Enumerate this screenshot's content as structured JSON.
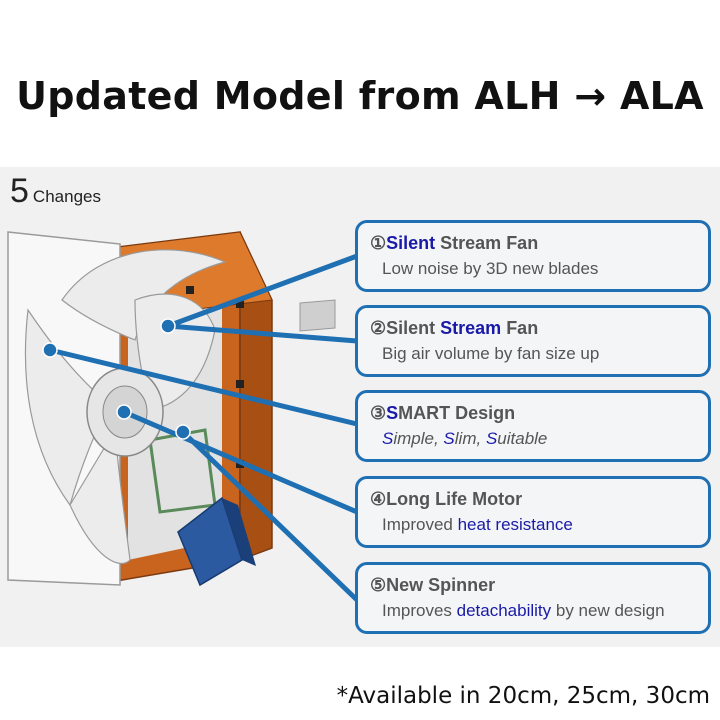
{
  "title": "Updated Model from ALH → ALA",
  "changes": {
    "number": "5",
    "word": "Changes"
  },
  "colors": {
    "callout_border": "#1f6fb3",
    "highlight": "#1a1aa8",
    "text_gray": "#555555",
    "frame_orange": "#d2691e",
    "motor_blue": "#2c5aa0"
  },
  "callouts": [
    {
      "title": {
        "prefix": "①",
        "hl": "Silent",
        "rest": " Stream Fan"
      },
      "desc": {
        "text": "Low noise by 3D new blades"
      }
    },
    {
      "title": {
        "prefix": "②Silent ",
        "hl": "Stream",
        "rest": " Fan"
      },
      "desc": {
        "text": "Big air volume by fan size up"
      }
    },
    {
      "title": {
        "prefix": "③",
        "hl": "S",
        "rest": "MART Design"
      },
      "desc": {
        "s1": "S",
        "r1": "imple, ",
        "s2": "S",
        "r2": "lim, ",
        "s3": "S",
        "r3": "uitable"
      }
    },
    {
      "title": {
        "prefix": "④Long Life Motor"
      },
      "desc": {
        "pre": "Improved ",
        "hl": "heat resistance"
      }
    },
    {
      "title": {
        "prefix": "⑤New Spinner"
      },
      "desc": {
        "pre": "Improves ",
        "hl": "detachability",
        "post": " by new design"
      }
    }
  ],
  "footnote": "*Available in 20cm, 25cm, 30cm"
}
